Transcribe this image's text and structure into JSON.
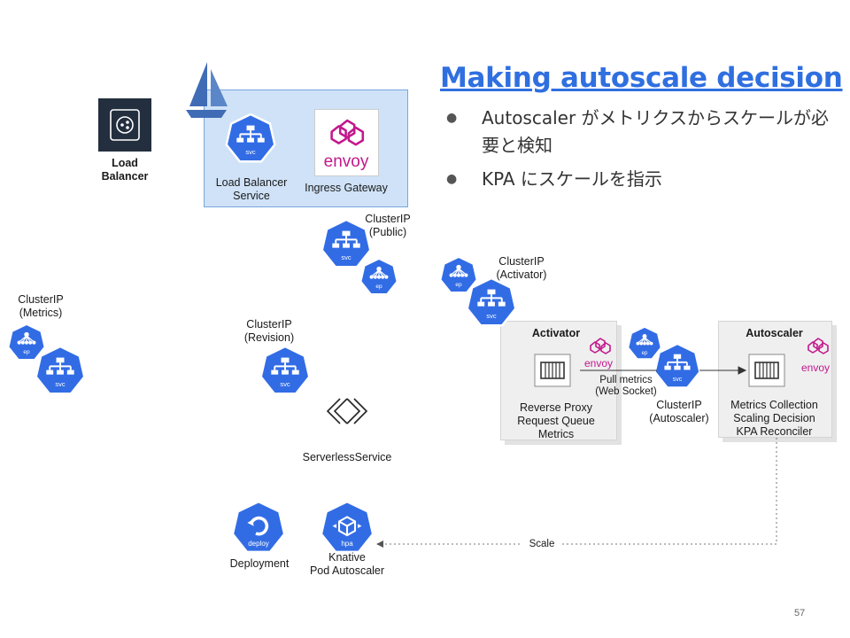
{
  "slide": {
    "title": "Making autoscale decision",
    "bullets": [
      "Autoscaler がメトリクスからスケールが必要と検知",
      "KPA にスケールを指示"
    ],
    "page_number": "57"
  },
  "diagram": {
    "load_balancer": {
      "line1": "Load",
      "line2": "Balancer"
    },
    "lb_service": {
      "line1": "Load Balancer",
      "line2": "Service"
    },
    "ingress_gateway": "Ingress Gateway",
    "clusterip_public": {
      "line1": "ClusterIP",
      "line2": "(Public)"
    },
    "clusterip_activator": {
      "line1": "ClusterIP",
      "line2": "(Activator)"
    },
    "clusterip_metrics": {
      "line1": "ClusterIP",
      "line2": "(Metrics)"
    },
    "clusterip_revision": {
      "line1": "ClusterIP",
      "line2": "(Revision)"
    },
    "clusterip_autoscaler": {
      "line1": "ClusterIP",
      "line2": "(Autoscaler)"
    },
    "serverless_service": "ServerlessService",
    "activator": {
      "title": "Activator",
      "lines": [
        "Reverse Proxy",
        "Request Queue",
        "Metrics"
      ]
    },
    "autoscaler": {
      "title": "Autoscaler",
      "lines": [
        "Metrics Collection",
        "Scaling Decision",
        "KPA Reconciler"
      ]
    },
    "pull_metrics": {
      "line1": "Pull metrics",
      "line2": "(Web Socket)"
    },
    "deployment": "Deployment",
    "kpa": {
      "line1": "Knative",
      "line2": "Pod Autoscaler"
    },
    "scale_label": "Scale",
    "icon_text": {
      "svc": "svc",
      "ep": "ep",
      "deploy": "deploy",
      "hpa": "hpa",
      "envoy": "envoy"
    }
  },
  "colors": {
    "k8s_blue": "#326ce5",
    "title_blue": "#2f6fe0",
    "envoy_magenta": "#c2188c",
    "lb_box_fill": "#cfe2f7"
  }
}
